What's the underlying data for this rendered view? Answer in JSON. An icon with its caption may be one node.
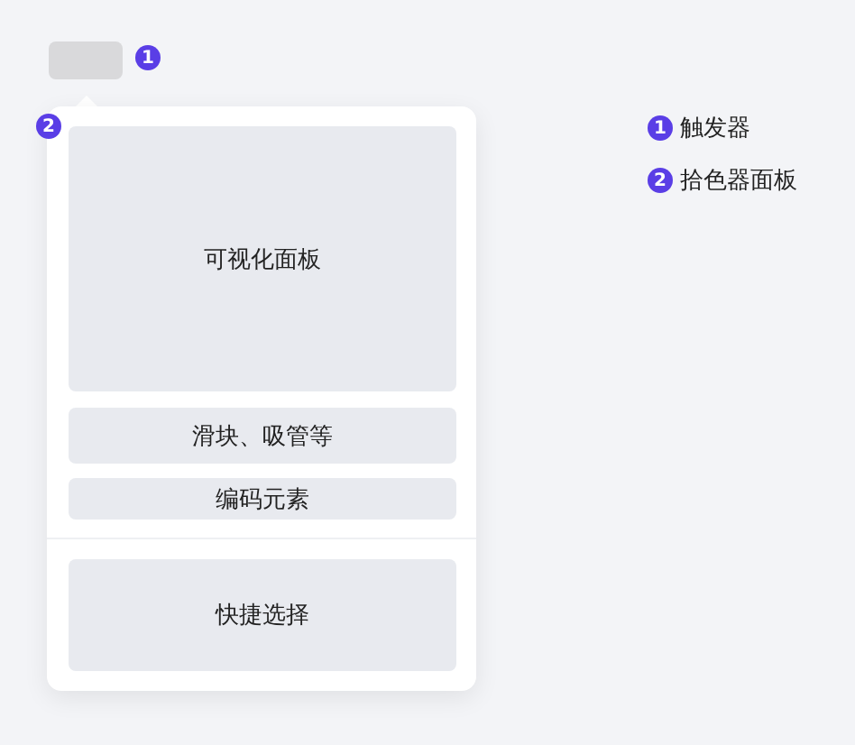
{
  "diagram": {
    "nodes": [
      {
        "text": [],
        "shape": "box"
      },
      {
        "text": [],
        "shape": "box"
      },
      {
        "text": [
          "可视化面板"
        ],
        "in": 1
      },
      {
        "text": [
          "滑块、吸管等"
        ],
        "in": 1
      },
      {
        "text": [
          "编码元素"
        ],
        "in": 1
      },
      {
        "text": [
          "快捷选择"
        ],
        "in": 1
      }
    ],
    "edges": [],
    "labels": [
      "1",
      "2",
      "1",
      "触发器",
      "2",
      "拾色器面板"
    ]
  }
}
